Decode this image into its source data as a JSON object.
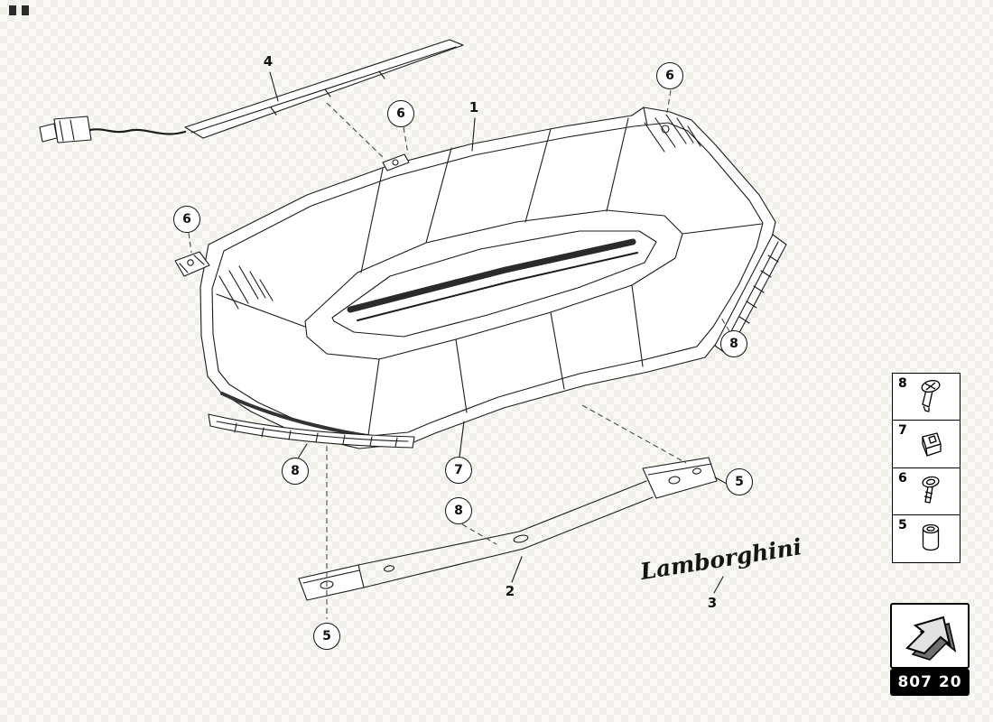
{
  "diagram": {
    "colors": {
      "ink": "#1b1b1b",
      "badge_bg": "#000000",
      "badge_text": "#ffffff"
    },
    "callouts": [
      {
        "label": "4",
        "style": "plain"
      },
      {
        "label": "6",
        "style": "circle"
      },
      {
        "label": "1",
        "style": "plain"
      },
      {
        "label": "6",
        "style": "circle"
      },
      {
        "label": "6",
        "style": "circle"
      },
      {
        "label": "8",
        "style": "circle"
      },
      {
        "label": "8",
        "style": "circle"
      },
      {
        "label": "7",
        "style": "circle"
      },
      {
        "label": "8",
        "style": "circle"
      },
      {
        "label": "5",
        "style": "circle"
      },
      {
        "label": "5",
        "style": "circle"
      },
      {
        "label": "2",
        "style": "plain"
      },
      {
        "label": "3",
        "style": "plain"
      }
    ],
    "brand_script": "Lamborghini",
    "legend": {
      "items": [
        {
          "label": "8",
          "icon": "countersunk-screw-icon"
        },
        {
          "label": "7",
          "icon": "clip-nut-icon"
        },
        {
          "label": "6",
          "icon": "push-rivet-icon"
        },
        {
          "label": "5",
          "icon": "shoulder-bolt-icon"
        }
      ]
    },
    "footer": {
      "part_number": "807 20",
      "arrow_icon": "direction-arrow-icon"
    }
  }
}
